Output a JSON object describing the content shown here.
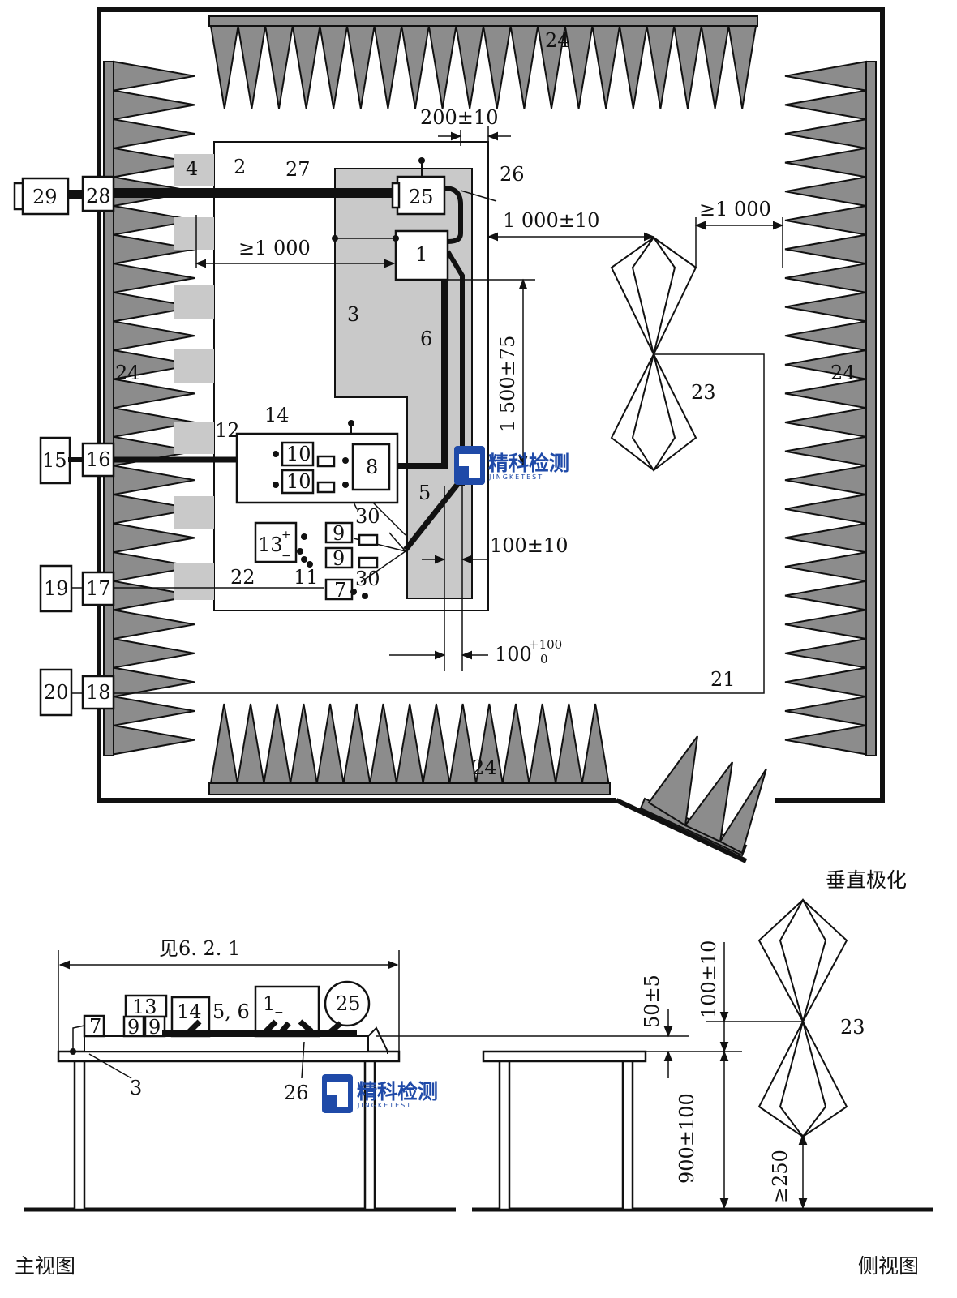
{
  "top_view": {
    "labels": {
      "l1": "1",
      "l2": "2",
      "l3": "3",
      "l4": "4",
      "l5": "5",
      "l6": "6",
      "l7": "7",
      "l8": "8",
      "l9a": "9",
      "l9b": "9",
      "l10a": "10",
      "l10b": "10",
      "l11": "11",
      "l12": "12",
      "l13": "13",
      "l14": "14",
      "l15": "15",
      "l16": "16",
      "l17": "17",
      "l18": "18",
      "l19": "19",
      "l20": "20",
      "l21": "21",
      "l22": "22",
      "l23": "23",
      "l24_top": "24",
      "l24_left": "24",
      "l24_right": "24",
      "l24_bottom": "24",
      "l25": "25",
      "l26": "26",
      "l27": "27",
      "l28": "28",
      "l29": "29",
      "l30a": "30",
      "l30b": "30"
    },
    "dims": {
      "d200": "200±10",
      "d1000a": "1 000±10",
      "d1000b": "≥1 000",
      "d1000c": "≥1 000",
      "d1500": "1 500±75",
      "d100": "100±10",
      "d100b": "100",
      "d100b_sup": "+100",
      "d100b_sub": "0"
    }
  },
  "front_view": {
    "title": "主视图",
    "dim_see": "见6. 2. 1",
    "labels": {
      "l13": "13",
      "l14": "14",
      "l9a": "9",
      "l9b": "9",
      "l7": "7",
      "l56": "5, 6",
      "l1": "1",
      "l25": "25",
      "l3": "3",
      "l26": "26"
    }
  },
  "side_view": {
    "title": "侧视图",
    "polarization": "垂直极化",
    "l23": "23",
    "dims": {
      "d50": "50±5",
      "d100": "100±10",
      "d900": "900±100",
      "d250": "≥250"
    }
  },
  "watermark": {
    "cn": "精科检测",
    "en": "JINGKETEST"
  },
  "colors": {
    "absorber": "#8c8c8c",
    "light_fill": "#c9c9c9",
    "stroke": "#111111",
    "watermark": "#1f4aa8"
  }
}
